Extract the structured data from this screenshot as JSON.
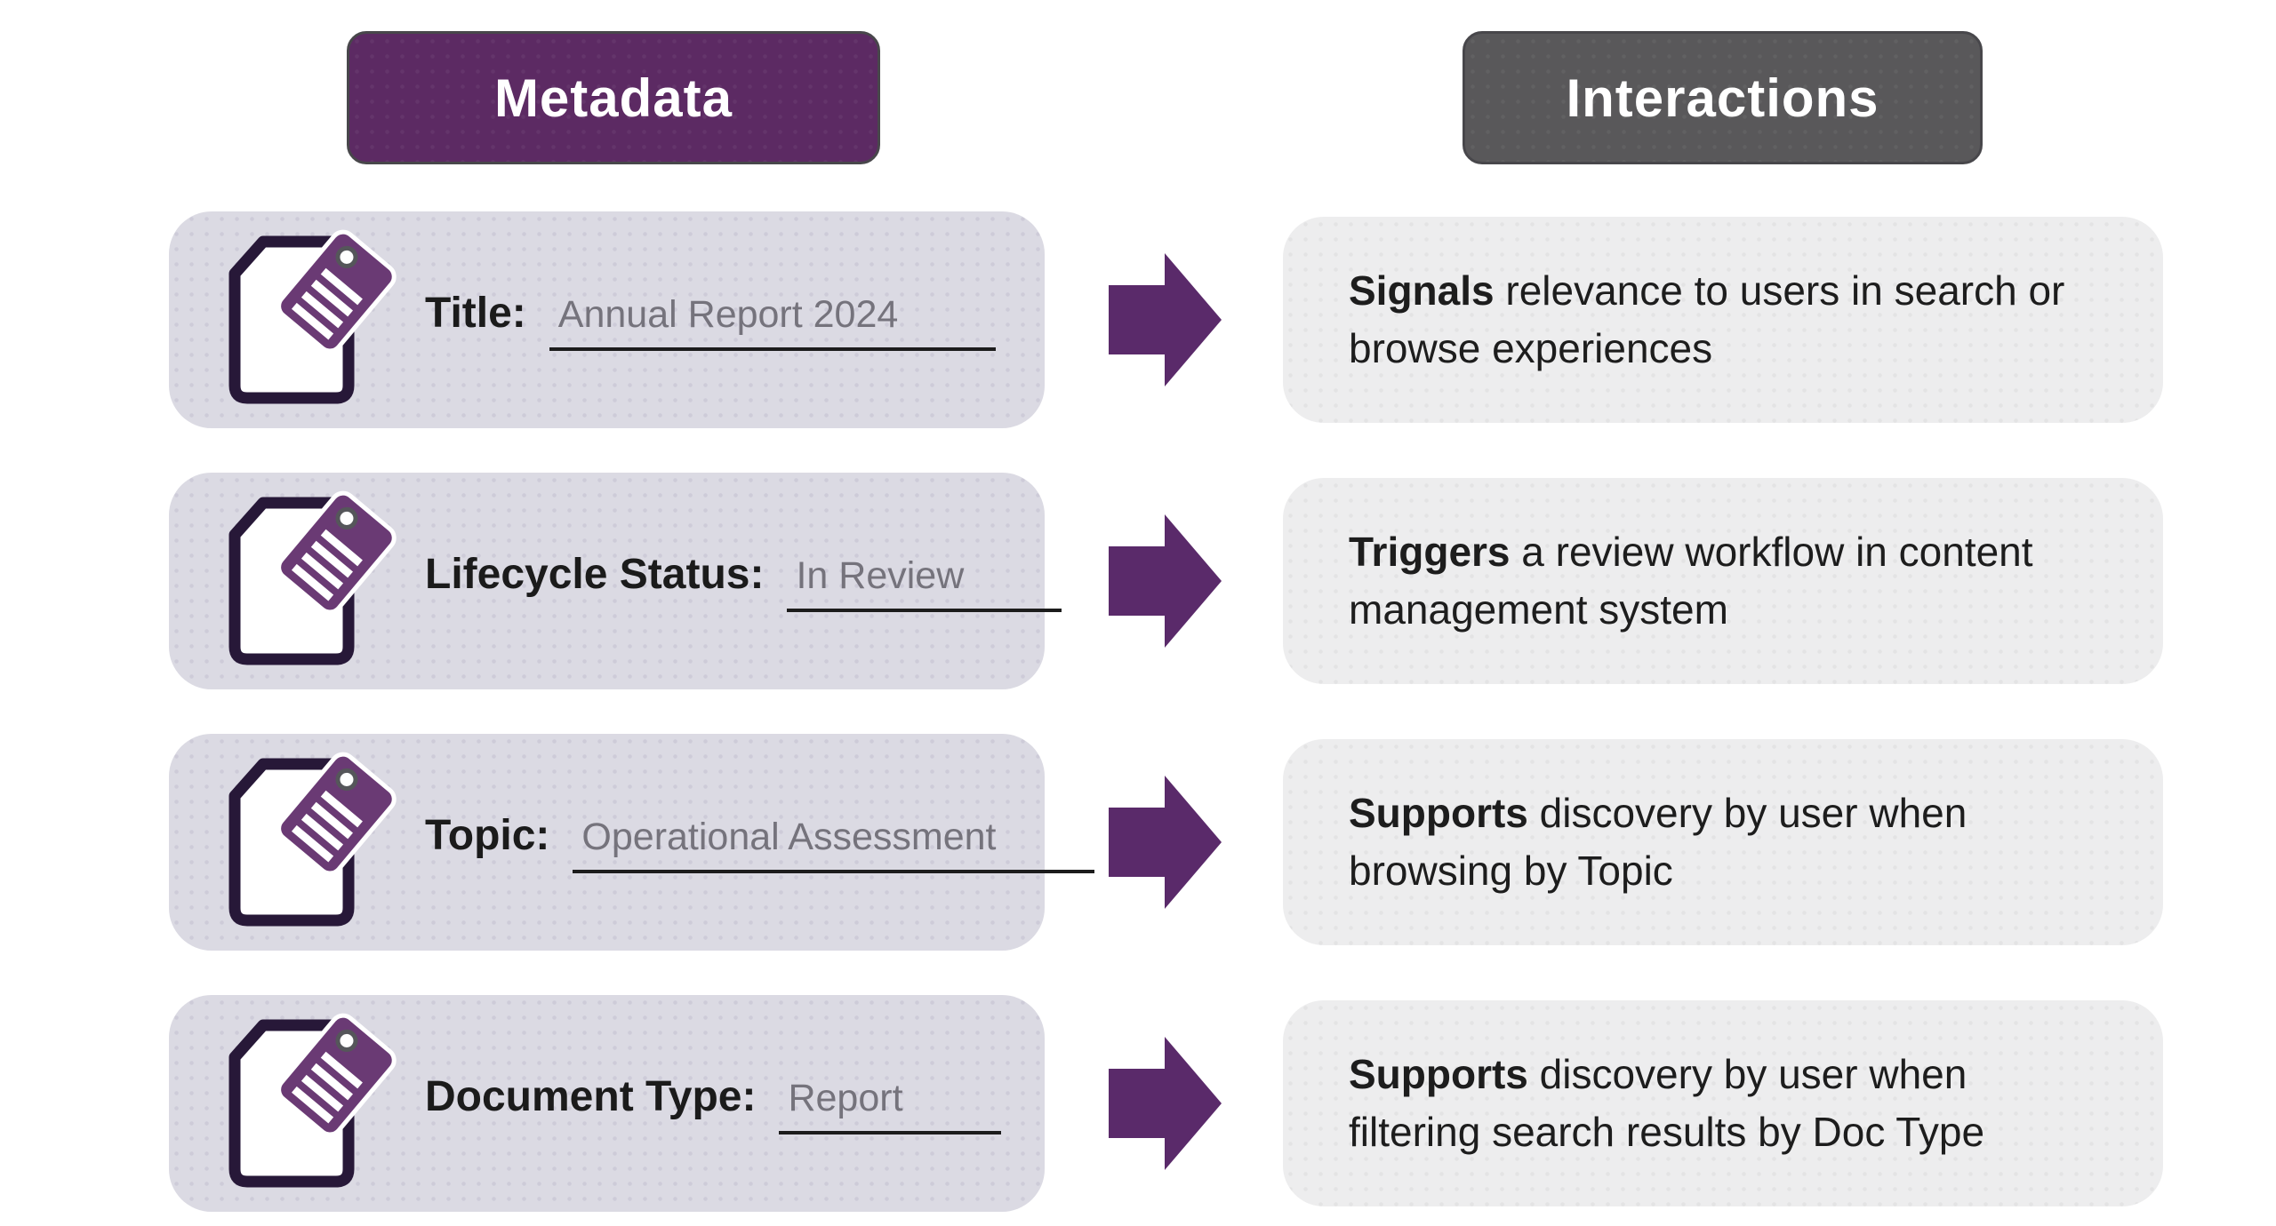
{
  "headers": {
    "left": "Metadata",
    "right": "Interactions"
  },
  "colors": {
    "metadata_header_bg": "#5C2A63",
    "interactions_header_bg": "#59585A",
    "left_card_bg": "#DBDAE3",
    "right_card_bg": "#EDEDEE",
    "arrow_purple": "#5A2A6A",
    "tag_purple": "#6A3A74",
    "document_outline": "#271838",
    "field_value_gray": "#75737C",
    "text_dark": "#1d1d1d"
  },
  "icons": {
    "row_icon": "document-with-tag-icon",
    "connector": "arrow-right-icon"
  },
  "rows": [
    {
      "label": "Title:",
      "value": "Annual Report 2024",
      "effect_bold": "Signals",
      "effect_rest": " relevance to users in search or\nbrowse experiences"
    },
    {
      "label": "Lifecycle Status:",
      "value": "In Review",
      "effect_bold": "Triggers",
      "effect_rest": " a review workflow in content\nmanagement system"
    },
    {
      "label": "Topic:",
      "value": "Operational Assessment",
      "effect_bold": "Supports",
      "effect_rest": " discovery by user when\nbrowsing by Topic"
    },
    {
      "label": "Document Type:",
      "value": "Report",
      "effect_bold": "Supports",
      "effect_rest": " discovery by user when\nfiltering search results by Doc Type"
    }
  ]
}
